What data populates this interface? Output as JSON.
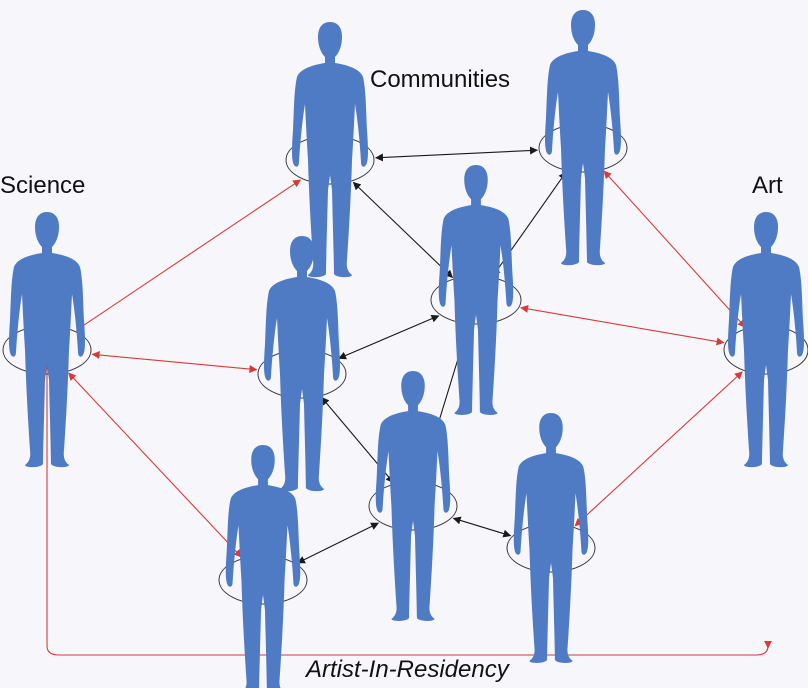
{
  "labels": {
    "communities": "Communities",
    "science": "Science",
    "art": "Art",
    "residency": "Artist-In-Residency"
  },
  "colors": {
    "person_fill": "#4f7bc4",
    "person_outline": "#2f4f8f",
    "community_link": "#1a1a1a",
    "residency_link": "#d83a3a",
    "background": "#f7f6fb"
  },
  "icons": {
    "person": "person-icon",
    "ring": "ring-icon",
    "arrow": "double-arrow"
  }
}
